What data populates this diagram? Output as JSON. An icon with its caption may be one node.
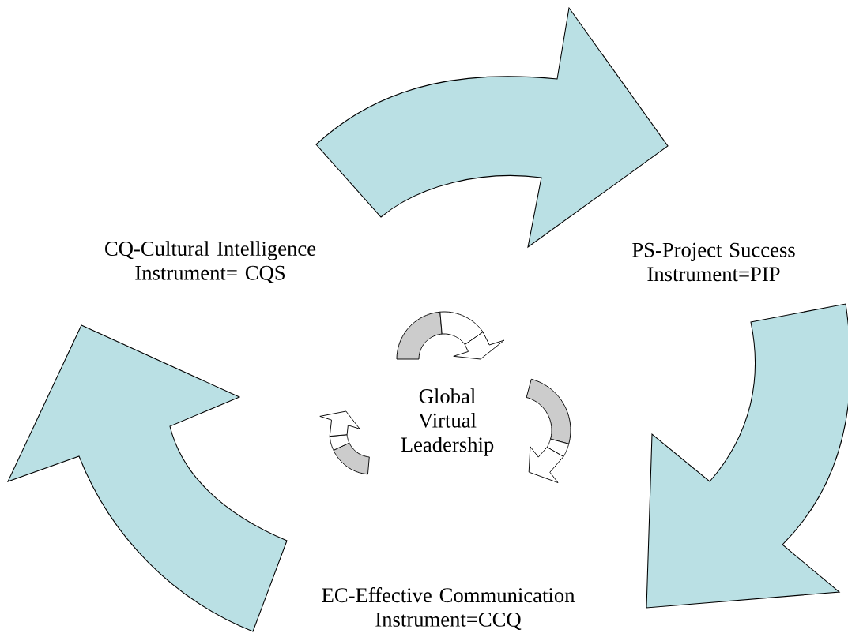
{
  "diagram": {
    "nodes": [
      {
        "text": [
          "CQ-Cultural Intelligence Instrument= CQS"
        ]
      },
      {
        "text": [
          "PS-Project Success Instrument=PIP"
        ]
      },
      {
        "text": [
          "EC-Effective Communication Instrument=CCQ"
        ]
      },
      {
        "text": [
          "Global Virtual Leadership"
        ]
      }
    ],
    "edges": [
      {
        "from": 0,
        "to": 1,
        "arrow": "to"
      },
      {
        "from": 1,
        "to": 2,
        "arrow": "to"
      },
      {
        "from": 2,
        "to": 0,
        "arrow": "to"
      }
    ]
  }
}
